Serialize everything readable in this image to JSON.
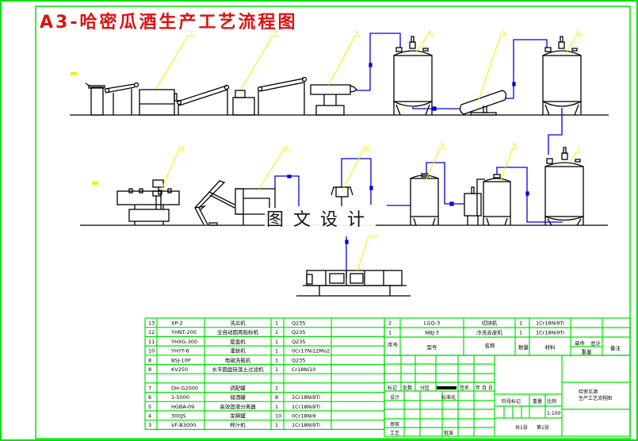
{
  "title": "A3-哈密瓜酒生产工艺流程图",
  "watermark": "图文设计",
  "colors": {
    "frame": "#00e000",
    "equipment": "#000000",
    "pipe": "#0000e0",
    "leader": "#f0f000",
    "title": "#e01010"
  },
  "callouts": {
    "top_row": [
      "1",
      "2",
      "3",
      "4",
      "5",
      "6"
    ],
    "mid_row": [
      "12",
      "11",
      "10",
      "9",
      "8",
      "7"
    ]
  },
  "parts_table_left": [
    {
      "no": "13",
      "model": "XP-2",
      "name": "洗瓜机",
      "qty": "1",
      "material": "Q235",
      "note": ""
    },
    {
      "no": "12",
      "model": "YHNT-200",
      "name": "全自动圆周贴标机",
      "qty": "1",
      "material": "Q235",
      "note": ""
    },
    {
      "no": "11",
      "model": "YHXG-300",
      "name": "旋盖机",
      "qty": "1",
      "material": "Q235",
      "note": ""
    },
    {
      "no": "10",
      "model": "YHYT-6",
      "name": "灌装机",
      "qty": "1",
      "material": "0Cr17Ni12Mo2",
      "note": ""
    },
    {
      "no": "8",
      "model": "BSJ-10P",
      "name": "电磁洗瓶机",
      "qty": "1",
      "material": "Q235",
      "note": ""
    },
    {
      "no": "8",
      "model": "KV250",
      "name": "水平圆盘硅藻土过滤机",
      "qty": "1",
      "material": "Cr18Ni10",
      "note": ""
    },
    {
      "no": "",
      "model": "",
      "name": "",
      "qty": "",
      "material": "",
      "note": ""
    },
    {
      "no": "7",
      "model": "DH-G2000",
      "name": "调配罐",
      "qty": "1",
      "material": "",
      "note": ""
    },
    {
      "no": "6",
      "model": "1-5000",
      "name": "储酒罐",
      "qty": "8",
      "material": "1Cr18Ni9Ti",
      "note": ""
    },
    {
      "no": "5",
      "model": "HGBA-09",
      "name": "高效固液分离器",
      "qty": "1",
      "material": "1Cr18Ni9Ti",
      "note": ""
    },
    {
      "no": "4",
      "model": "300JS",
      "name": "发酵罐",
      "qty": "10",
      "material": "0Cr18Ni9",
      "note": ""
    },
    {
      "no": "3",
      "model": "VF-B3000",
      "name": "榨汁机",
      "qty": "1",
      "material": "1Cr18Ni9Ti",
      "note": ""
    }
  ],
  "parts_table_right": [
    {
      "no": "2",
      "model": "LGQ-3",
      "name": "切块机",
      "qty": "1",
      "material": "1Cr18Ni9Ti"
    },
    {
      "no": "1",
      "model": "NBJ-3",
      "name": "冷洗去皮机",
      "qty": "1",
      "material": "1Cr18Ni9Ti"
    }
  ],
  "parts_header": {
    "no": "序号",
    "model": "型号",
    "name": "名称",
    "qty": "数量",
    "material": "材料",
    "unit": "单件",
    "total": "总计",
    "weight": "重量",
    "note": "备注"
  },
  "title_block": {
    "sign_row": [
      "标记",
      "处数",
      "分区",
      "",
      "签名",
      "年 月 日"
    ],
    "design": "设计",
    "standard": "标准化",
    "review": "审核",
    "process": "工艺",
    "approve": "批准",
    "stage_mark": "阶段标记",
    "weight": "重量",
    "scale_label": "比例",
    "scale": "1:100",
    "sheets": "共1张",
    "sheet_no": "第1张",
    "drawing_name_line1": "哈密瓜酒",
    "drawing_name_line2": "生产工艺流程图"
  }
}
